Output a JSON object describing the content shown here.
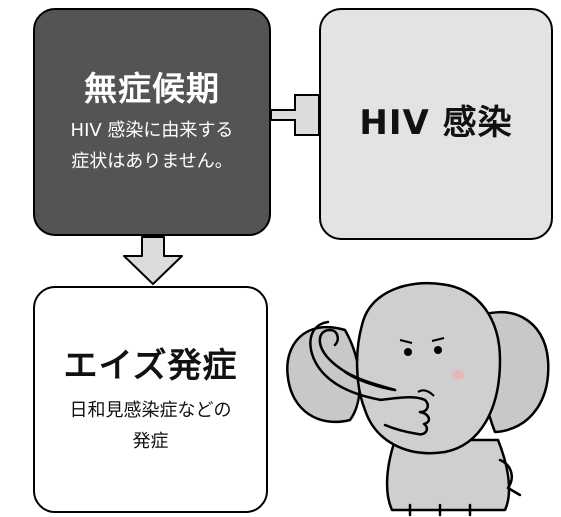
{
  "asymptomatic": {
    "title": "無症候期",
    "description": "HIV 感染に由来する\n症状はありません。"
  },
  "hiv_infection": {
    "title": "HIV 感染"
  },
  "aids": {
    "title": "エイズ発症",
    "description": "日和見感染症などの\n発症"
  },
  "colors": {
    "asymptomatic_box": "#545454",
    "hiv_box": "#e3e3e3",
    "aids_box": "#ffffff",
    "connector": "#dcdcdc"
  },
  "illustration": "elephant-thinking"
}
